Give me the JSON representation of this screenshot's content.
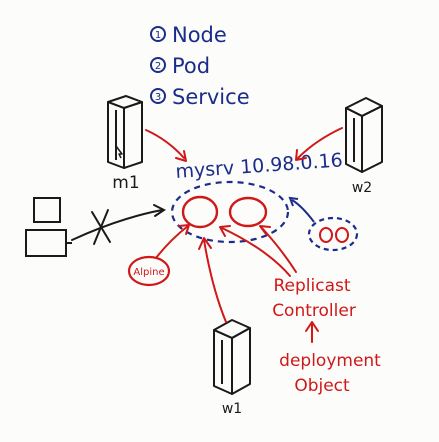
{
  "legend": {
    "items": [
      {
        "num": "1",
        "label": "Node"
      },
      {
        "num": "2",
        "label": "Pod"
      },
      {
        "num": "3",
        "label": "Service"
      }
    ]
  },
  "service": {
    "label": "mysrv 10.98.0.16"
  },
  "nodes": {
    "m1": "m1",
    "w2": "w2",
    "w1": "w1"
  },
  "pod_badge": "Alpine",
  "controller": {
    "line1": "Replicast",
    "line2": "Controller"
  },
  "deployment": {
    "line1": "deployment",
    "line2": "Object"
  },
  "colors": {
    "blue_marker": "#1b2c8a",
    "red_marker": "#d01818",
    "black_marker": "#1a1a1a"
  }
}
